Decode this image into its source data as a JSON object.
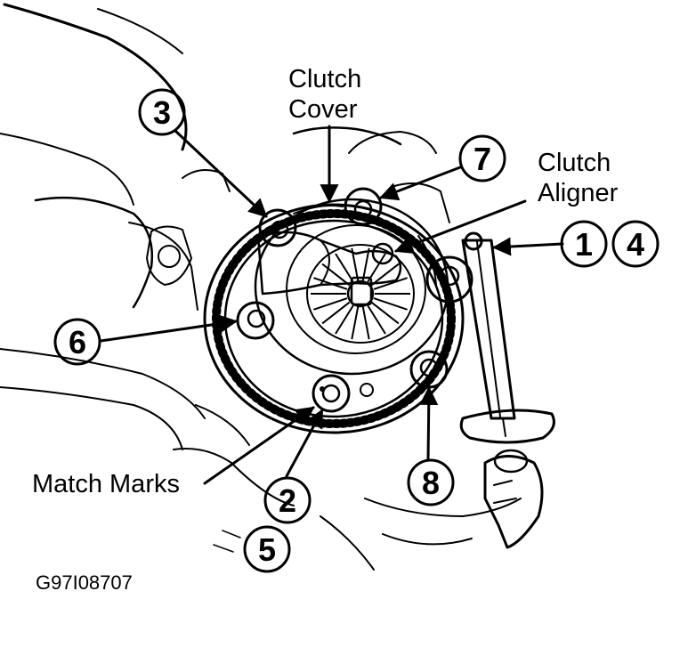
{
  "labels": {
    "clutch_cover_line1": "Clutch",
    "clutch_cover_line2": "Cover",
    "clutch_aligner_line1": "Clutch",
    "clutch_aligner_line2": "Aligner",
    "match_marks": "Match Marks",
    "figure_code": "G97I08707"
  },
  "callouts": {
    "n1": "1",
    "n2": "2",
    "n3": "3",
    "n4": "4",
    "n5": "5",
    "n6": "6",
    "n7": "7",
    "n8": "8"
  }
}
